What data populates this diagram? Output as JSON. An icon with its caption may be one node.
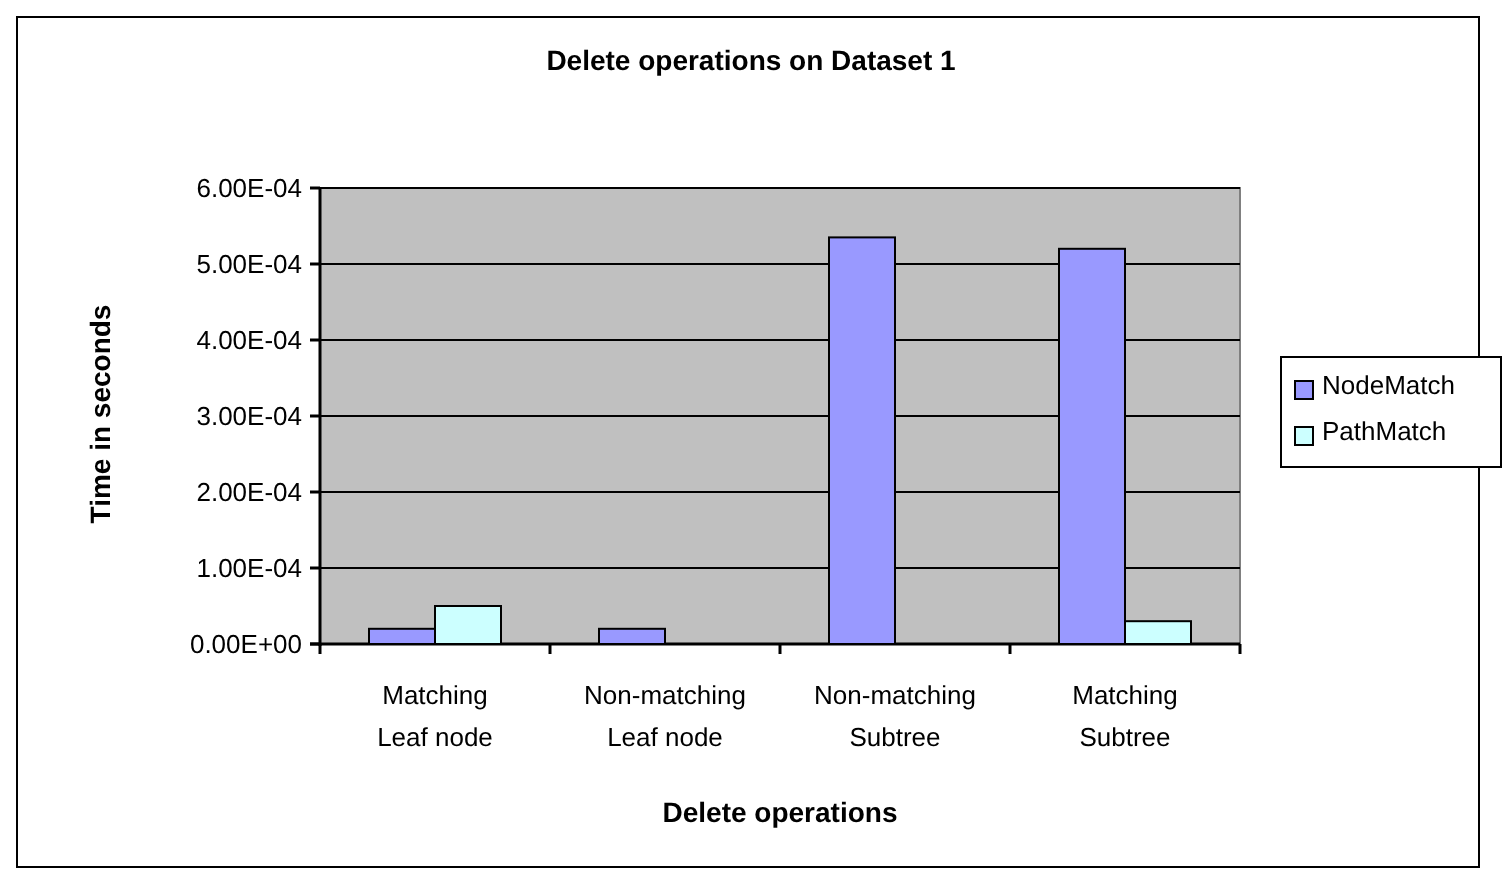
{
  "diagram": {
    "chart_data": {
      "type": "bar",
      "title": "Delete operations on Dataset 1",
      "xlabel": "Delete operations",
      "ylabel": "Time in seconds",
      "categories": [
        "Matching Leaf node",
        "Non-matching Leaf node",
        "Non-matching Subtree",
        "Matching Subtree"
      ],
      "series": [
        {
          "name": "NodeMatch",
          "color": "#9999ff",
          "values": [
            2e-05,
            2e-05,
            0.000535,
            0.00052
          ]
        },
        {
          "name": "PathMatch",
          "color": "#ccffff",
          "values": [
            5e-05,
            0,
            0,
            3e-05
          ]
        }
      ],
      "ylim": [
        0,
        0.0006
      ],
      "yticks": [
        {
          "value": 0,
          "label": "0.00E+00"
        },
        {
          "value": 0.0001,
          "label": "1.00E-04"
        },
        {
          "value": 0.0002,
          "label": "2.00E-04"
        },
        {
          "value": 0.0003,
          "label": "3.00E-04"
        },
        {
          "value": 0.0004,
          "label": "4.00E-04"
        },
        {
          "value": 0.0005,
          "label": "5.00E-04"
        },
        {
          "value": 0.0006,
          "label": "6.00E-04"
        }
      ],
      "orientation": "vertical",
      "grid": true
    }
  }
}
